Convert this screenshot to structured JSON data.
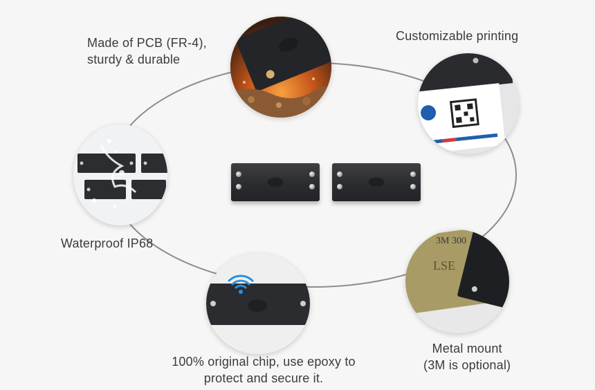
{
  "features": [
    {
      "id": "pcb",
      "lines": [
        "Made of PCB (FR-4),",
        "sturdy & durable"
      ]
    },
    {
      "id": "printing",
      "lines": [
        "Customizable printing"
      ]
    },
    {
      "id": "waterproof",
      "lines": [
        "Waterproof IP68"
      ]
    },
    {
      "id": "metal",
      "lines": [
        "Metal mount",
        "(3M is optional)"
      ]
    },
    {
      "id": "chip",
      "lines": [
        "100% original chip, use epoxy to",
        "protect and secure it."
      ]
    }
  ],
  "decor": {
    "adhesive_text": "3M 300",
    "adhesive_mirror": "LSE"
  },
  "colors": {
    "background": "#f6f6f6",
    "ring": "#8a8a8a",
    "tag_body": "#2e2f33",
    "label_text": "#3b3b3b",
    "nfc_blue": "#2b8fe0",
    "accent_orange": "#e0701c"
  }
}
